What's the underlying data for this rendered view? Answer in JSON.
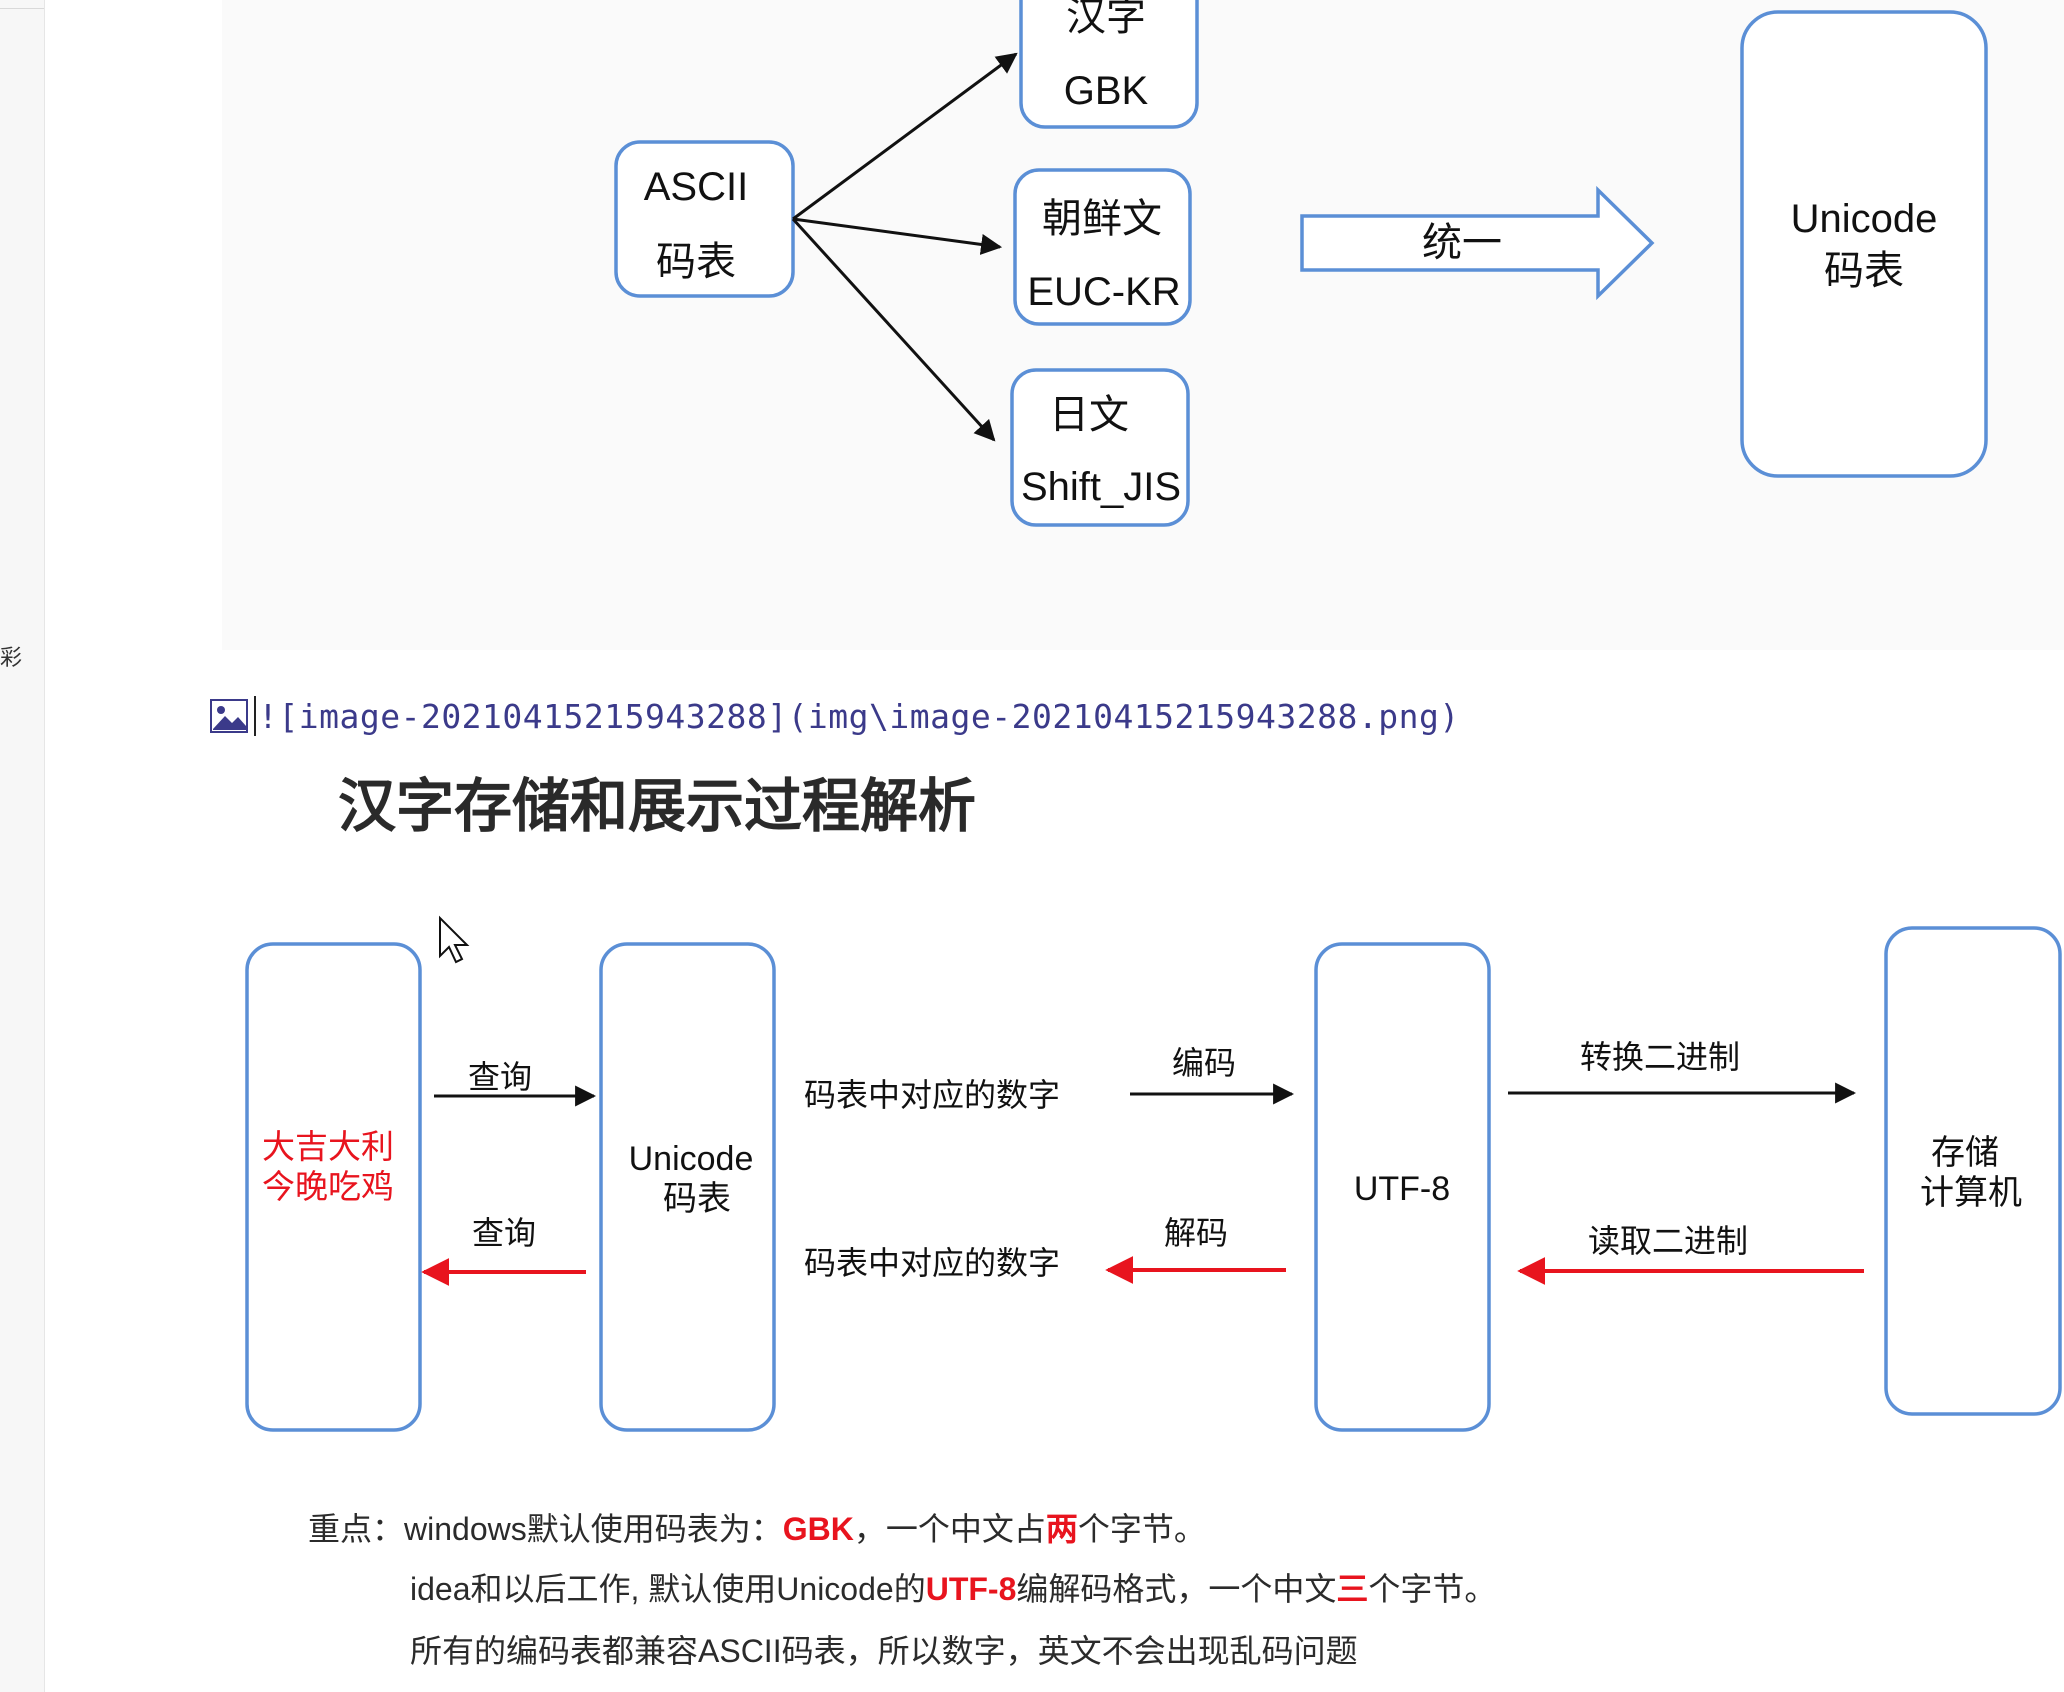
{
  "markdown_line": {
    "bang": "!",
    "text": "[image-20210415215943288](img\\image-20210415215943288.png)"
  },
  "gutter": {
    "glyph": "彩"
  },
  "top_diagram": {
    "ascii_box": {
      "line1": "ASCII",
      "line2": "码表"
    },
    "gbk_box": {
      "line1": "汉字",
      "line2": "GBK"
    },
    "euckr_box": {
      "line1": "朝鲜文",
      "line2": "EUC-KR"
    },
    "sjis_box": {
      "line1": "日文",
      "line2": "Shift_JIS"
    },
    "unify_arrow_label": "统一",
    "unicode_box": {
      "line1": "Unicode",
      "line2": "码表"
    }
  },
  "section_title": "汉字存储和展示过程解析",
  "flow_diagram": {
    "text_box": {
      "line1": "大吉大利",
      "line2": "今晚吃鸡"
    },
    "unicode_box": {
      "line1": "Unicode",
      "line2": "码表"
    },
    "utf8_box": {
      "label": "UTF-8"
    },
    "storage_box": {
      "line1": "存储",
      "line2": "计算机"
    },
    "query_forward": "查询",
    "query_back": "查询",
    "code_number_top": "码表中对应的数字",
    "code_number_bottom": "码表中对应的数字",
    "encode": "编码",
    "decode": "解码",
    "to_binary": "转换二进制",
    "read_binary": "读取二进制"
  },
  "notes": {
    "line1": {
      "prefix": "重点：windows默认使用码表为：",
      "hl1": "GBK",
      "mid": "，一个中文占",
      "hl2": "两",
      "suffix": "个字节。"
    },
    "line2": {
      "prefix": "idea和以后工作, 默认使用Unicode的",
      "hl1": "UTF-8",
      "mid": "编解码格式，一个中文",
      "hl2": "三",
      "suffix": "个字节。"
    },
    "line3": {
      "text": "所有的编码表都兼容ASCII码表，所以数字，英文不会出现乱码问题"
    }
  },
  "colors": {
    "box_border": "#5b8fd6",
    "arrow_black": "#111111",
    "arrow_red": "#e8141e",
    "highlight": "#e8141e",
    "link_text": "#3b3a8a"
  }
}
